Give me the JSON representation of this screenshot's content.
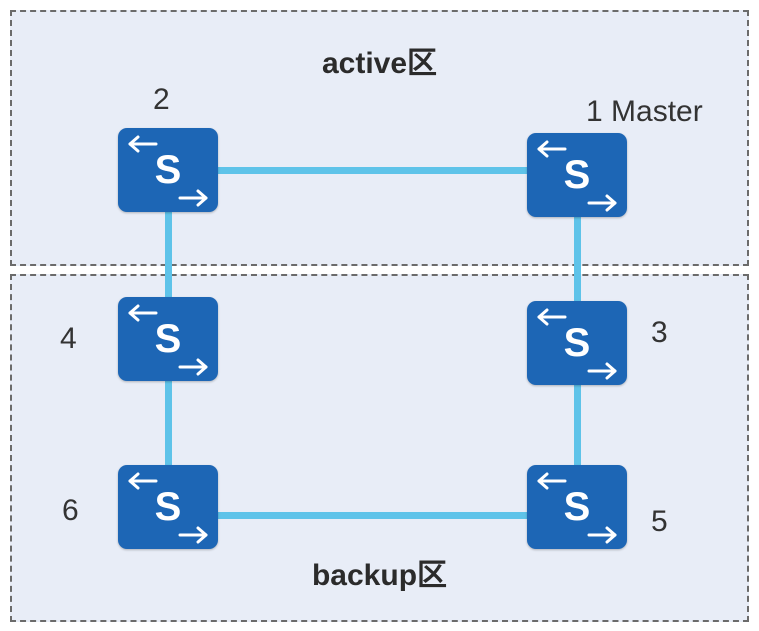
{
  "zones": {
    "active": {
      "title": "active区"
    },
    "backup": {
      "title": "backup区"
    }
  },
  "switches": [
    {
      "id": "2",
      "label": "2",
      "glyph": "S"
    },
    {
      "id": "1",
      "label": "1 Master",
      "glyph": "S"
    },
    {
      "id": "4",
      "label": "4",
      "glyph": "S"
    },
    {
      "id": "3",
      "label": "3",
      "glyph": "S"
    },
    {
      "id": "6",
      "label": "6",
      "glyph": "S"
    },
    {
      "id": "5",
      "label": "5",
      "glyph": "S"
    }
  ],
  "colors": {
    "switch_body": "#1d66b5",
    "link": "#5ec3e9",
    "zone_fill": "#e8edf7",
    "zone_border": "#6b6b6b"
  },
  "icons": {
    "switch": "switch-icon"
  }
}
